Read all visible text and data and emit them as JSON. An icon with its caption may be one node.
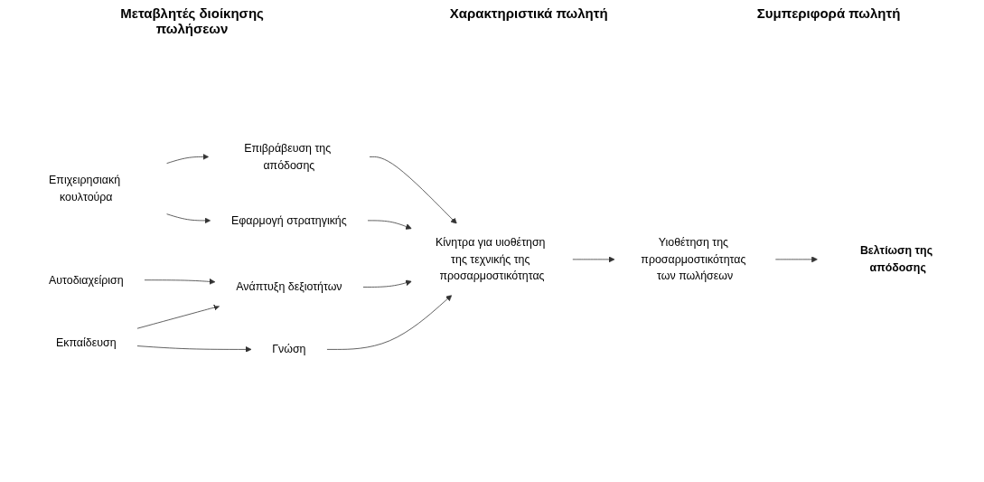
{
  "diagram": {
    "nodes": [
      {
        "text": [
          "Επιχειρησιακή κουλτούρα"
        ]
      },
      {
        "text": [
          "Αυτοδιαχείριση"
        ]
      },
      {
        "text": [
          "Εκπαίδευση"
        ]
      },
      {
        "text": [
          "Επιβράβευση της απόδοσης"
        ]
      },
      {
        "text": [
          "Εφαρμογή στρατηγικής"
        ]
      },
      {
        "text": [
          "Ανάπτυξη δεξιοτήτων"
        ]
      },
      {
        "text": [
          "Γνώση"
        ]
      },
      {
        "text": [
          "Κίνητρα για υιοθέτηση της τεχνικής της προσαρμοστικότητας"
        ]
      },
      {
        "text": [
          "Υιοθέτηση της προσαρμοστικότητας των πωλήσεων"
        ]
      },
      {
        "text": [
          "Βελτίωση της απόδοσης"
        ]
      }
    ],
    "edges": [
      {
        "from": 0,
        "to": 3,
        "arrow": "to"
      },
      {
        "from": 0,
        "to": 4,
        "arrow": "to"
      },
      {
        "from": 1,
        "to": 5,
        "arrow": "to"
      },
      {
        "from": 2,
        "to": 5,
        "arrow": "to"
      },
      {
        "from": 2,
        "to": 6,
        "arrow": "to"
      },
      {
        "from": 3,
        "to": 7,
        "arrow": "to"
      },
      {
        "from": 4,
        "to": 7,
        "arrow": "to"
      },
      {
        "from": 5,
        "to": 7,
        "arrow": "to"
      },
      {
        "from": 6,
        "to": 7,
        "arrow": "to"
      },
      {
        "from": 7,
        "to": 8,
        "arrow": "to"
      },
      {
        "from": 8,
        "to": 9,
        "arrow": "to"
      }
    ],
    "labels": [
      "Μεταβλητές διοίκησης πωλήσεων",
      "Χαρακτηριστικά πωλητή",
      "Συμπεριφορά πωλητή"
    ]
  }
}
